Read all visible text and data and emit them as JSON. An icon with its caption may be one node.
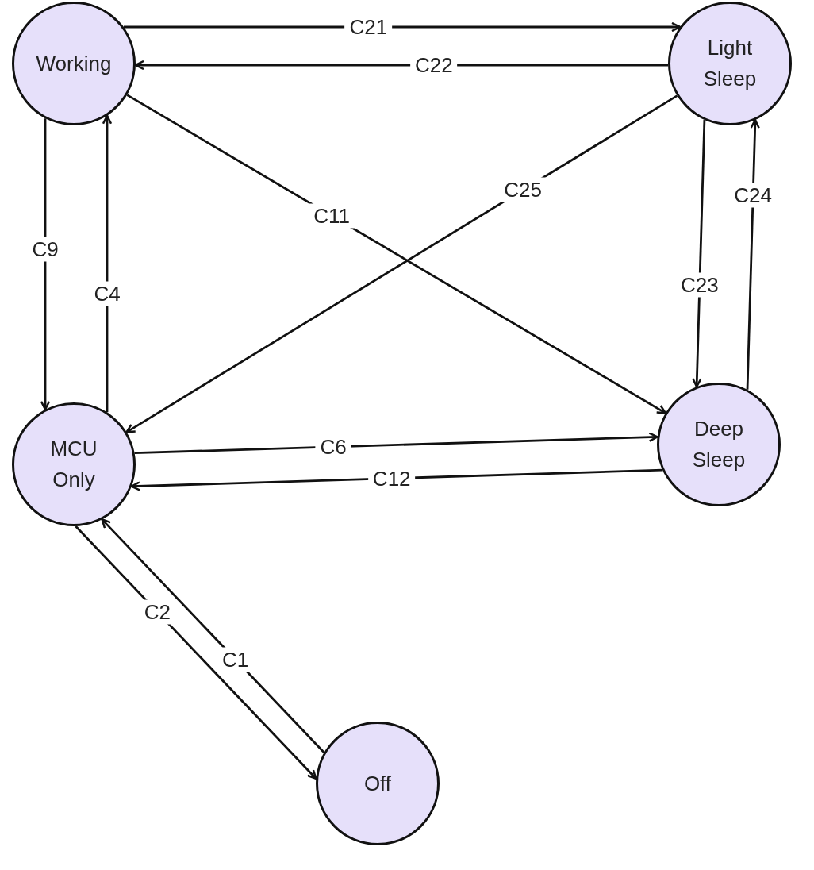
{
  "diagram": {
    "nodes": [
      {
        "text": [
          "Working"
        ]
      },
      {
        "text": [
          "Light Sleep"
        ]
      },
      {
        "text": [
          "MCU Only"
        ]
      },
      {
        "text": [
          "Deep Sleep"
        ]
      },
      {
        "text": [
          "Off"
        ]
      }
    ],
    "edges": [
      {
        "from": 0,
        "to": 1,
        "arrow": "to",
        "label": "C21"
      },
      {
        "from": 1,
        "to": 0,
        "arrow": "to",
        "label": "C22"
      },
      {
        "from": 0,
        "to": 2,
        "arrow": "to",
        "label": "C9"
      },
      {
        "from": 2,
        "to": 0,
        "arrow": "to",
        "label": "C4"
      },
      {
        "from": 0,
        "to": 3,
        "arrow": "to",
        "label": "C11"
      },
      {
        "from": 1,
        "to": 2,
        "arrow": "to",
        "label": "C25"
      },
      {
        "from": 1,
        "to": 3,
        "arrow": "to",
        "label": "C23"
      },
      {
        "from": 3,
        "to": 1,
        "arrow": "to",
        "label": "C24"
      },
      {
        "from": 2,
        "to": 3,
        "arrow": "to",
        "label": "C6"
      },
      {
        "from": 3,
        "to": 2,
        "arrow": "to",
        "label": "C12"
      },
      {
        "from": 2,
        "to": 4,
        "arrow": "to",
        "label": "C2"
      },
      {
        "from": 4,
        "to": 2,
        "arrow": "to",
        "label": "C1"
      }
    ]
  }
}
